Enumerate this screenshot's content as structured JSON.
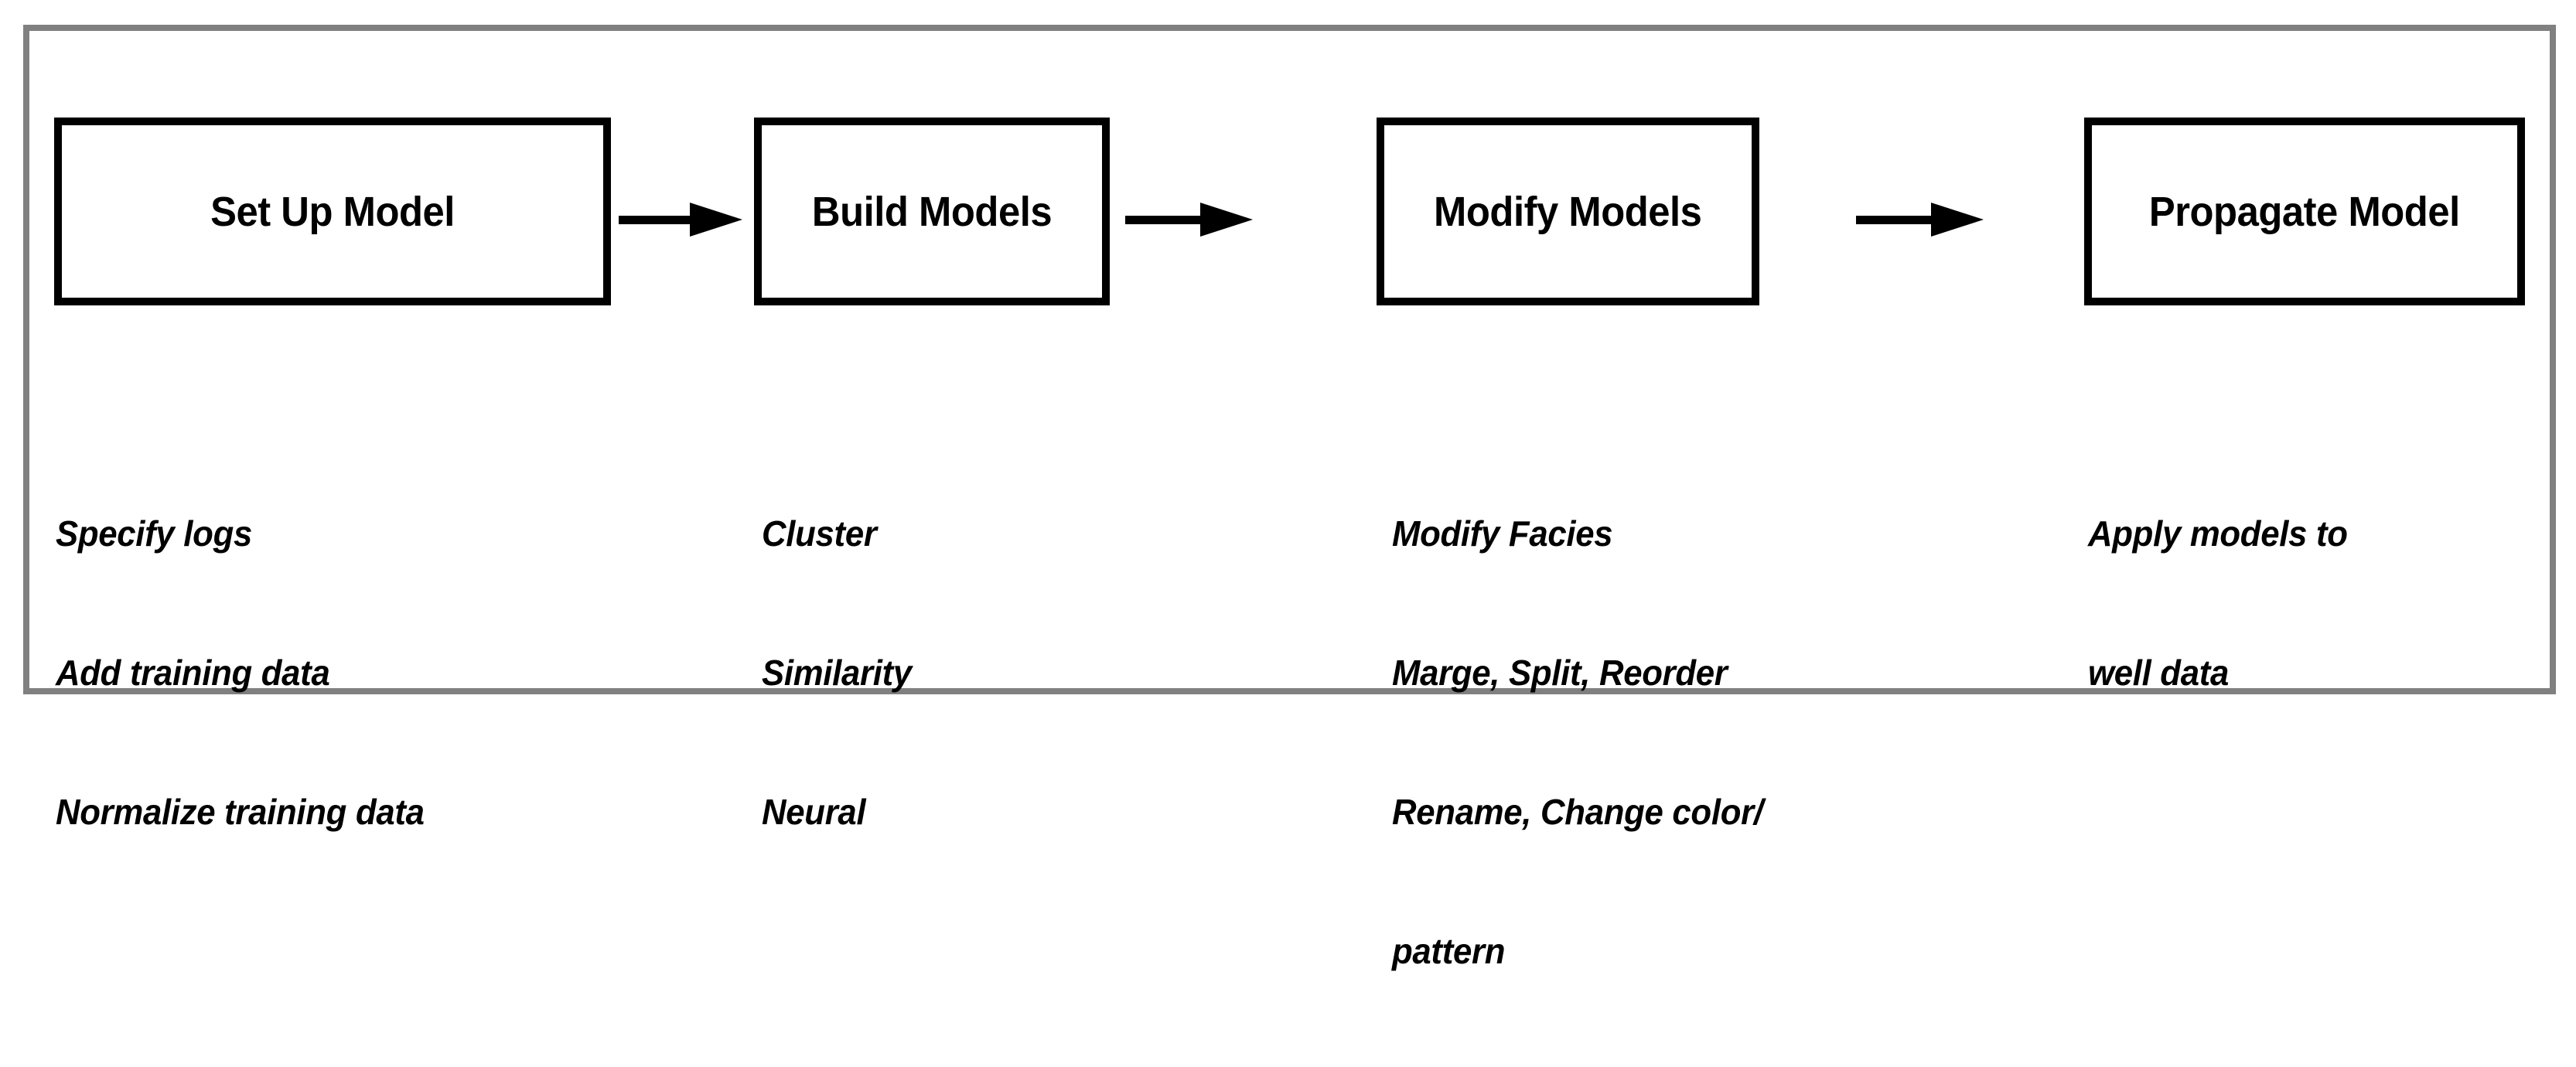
{
  "diagram": {
    "type": "horizontal-process-flow",
    "frame_color": "#808080",
    "box_border_color": "#000000",
    "text_color": "#000000",
    "background": "#ffffff",
    "steps": [
      {
        "id": "set-up-model",
        "box_label": "Set Up Model",
        "caption_lines": [
          "Specify logs",
          "Add training data",
          "Normalize training data"
        ]
      },
      {
        "id": "build-models",
        "box_label": "Build Models",
        "caption_lines": [
          "Cluster",
          "Similarity",
          "Neural"
        ]
      },
      {
        "id": "modify-models",
        "box_label": "Modify Models",
        "caption_lines": [
          "Modify Facies",
          "Marge, Split, Reorder",
          "Rename, Change color/",
          "pattern"
        ]
      },
      {
        "id": "propagate-model",
        "box_label": "Propagate Model",
        "caption_lines": [
          "Apply models to",
          "well data"
        ]
      }
    ],
    "connectors": [
      {
        "id": "arrow-1",
        "from": "set-up-model",
        "to": "build-models",
        "glyph": "arrow-right-icon"
      },
      {
        "id": "arrow-2",
        "from": "build-models",
        "to": "modify-models",
        "glyph": "arrow-right-icon"
      },
      {
        "id": "arrow-3",
        "from": "modify-models",
        "to": "propagate-model",
        "glyph": "arrow-right-icon"
      }
    ]
  }
}
